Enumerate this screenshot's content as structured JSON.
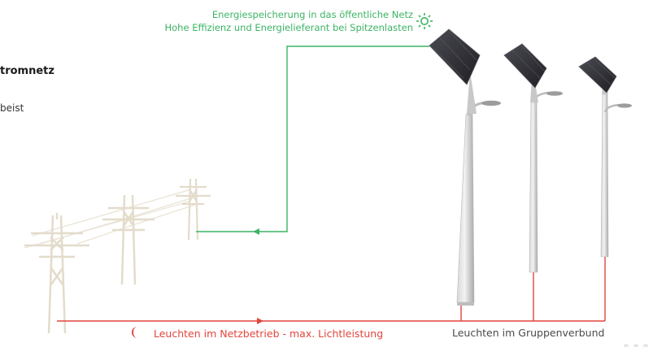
{
  "texts": {
    "heading": "tromnetz",
    "subline": "beist",
    "green_line1": "Energiespeicherung in das öffentliche Netz",
    "green_line2": "Hohe Effizienz und Energielieferant bei Spitzenlasten",
    "red_label": "Leuchten im Netzbetrieb - max. Lichtleistung",
    "group_label": "Leuchten im Gruppenverbund"
  },
  "icons": {
    "sun": "sun-icon",
    "moon": "crescent-moon-icon",
    "arrow": "arrowhead-icon"
  },
  "colors": {
    "green": "#3cb464",
    "red": "#e2453c",
    "pylon": "#e3dccb",
    "pole": "#c9c9c9",
    "panel": "#2f2f34"
  }
}
